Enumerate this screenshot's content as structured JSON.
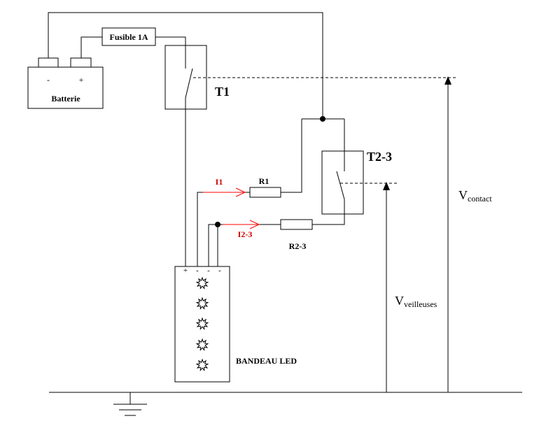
{
  "labels": {
    "fuse": "Fusible 1A",
    "battery": "Batterie",
    "battery_minus": "-",
    "battery_plus": "+",
    "relay1": "T1",
    "relay23": "T2-3",
    "resistor1": "R1",
    "resistor23": "R2-3",
    "current1": "I1",
    "current23": "I2-3",
    "led_strip": "BANDEAU LED",
    "led_plus": "+",
    "led_minus1": "-",
    "led_minus2": "-",
    "led_minus3": "-",
    "v_contact_main": "V",
    "v_contact_sub": "contact",
    "v_veilleuses_main": "V",
    "v_veilleuses_sub": "veilleuses"
  },
  "colors": {
    "wire": "#000000",
    "current_arrow": "#ff0000",
    "current_label": "#cc0000"
  },
  "icons": {
    "led": "led-star-icon",
    "ground": "ground-icon"
  }
}
